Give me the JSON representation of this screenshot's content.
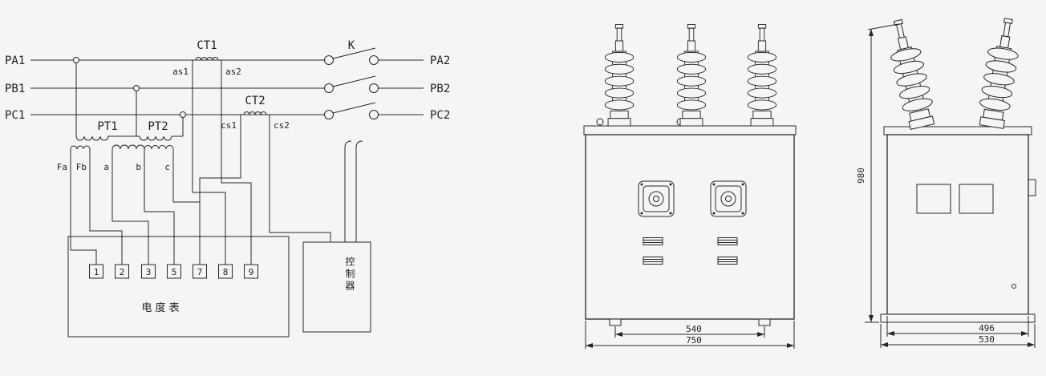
{
  "palette": {
    "paper": "#f5f5f3",
    "ink": "#26262a"
  },
  "circuit": {
    "phase_labels_left": [
      "PA1",
      "PB1",
      "PC1"
    ],
    "phase_labels_right": [
      "PA2",
      "PB2",
      "PC2"
    ],
    "ct1_label": "CT1",
    "ct2_label": "CT2",
    "switch_label": "K",
    "ct1_terminals": [
      "as1",
      "as2"
    ],
    "ct2_terminals": [
      "cs1",
      "cs2"
    ],
    "pt1_label": "PT1",
    "pt2_label": "PT2",
    "pt_secondary_terminals": [
      "Fa",
      "Fb",
      "a",
      "b",
      "c"
    ],
    "terminal_block_numbers": [
      "1",
      "2",
      "3",
      "5",
      "7",
      "8",
      "9"
    ],
    "meter_label": "电 度 表",
    "controller_label": "控制器"
  },
  "front_view": {
    "dim_feet_spacing": "540",
    "dim_overall_width": "750"
  },
  "side_view": {
    "dim_height": "980",
    "dim_base_width": "496",
    "dim_overall_width": "530"
  }
}
